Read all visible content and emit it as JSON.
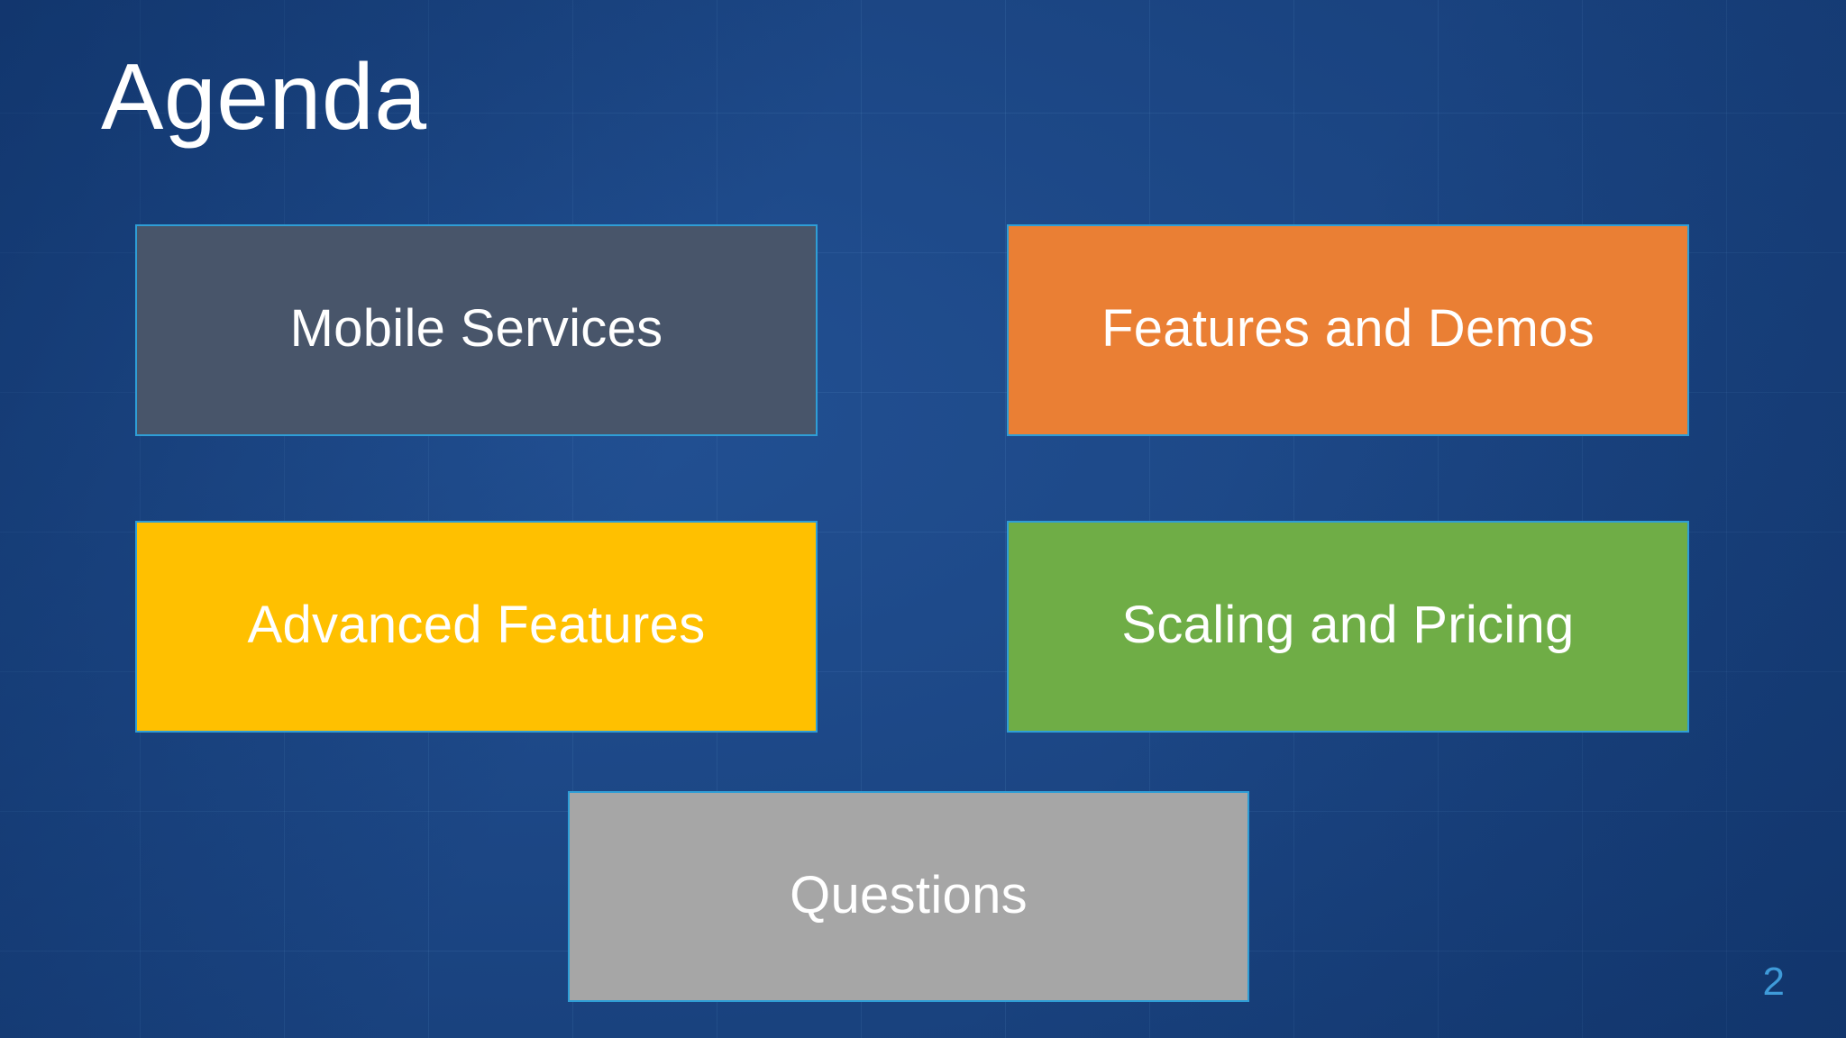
{
  "slide": {
    "title": "Agenda",
    "number": "2",
    "background_color": "#1b4584",
    "grid_line_color": "#78b4e6",
    "border_color": "#2f9ed6",
    "title_color": "#ffffff",
    "number_color": "#3f9bd9"
  },
  "agenda_items": [
    {
      "id": "mobile-services",
      "label": "Mobile Services",
      "fill_color": "#48556a",
      "text_color": "#ffffff"
    },
    {
      "id": "features-demos",
      "label": "Features and Demos",
      "fill_color": "#ea7f34",
      "text_color": "#ffffff"
    },
    {
      "id": "advanced-features",
      "label": "Advanced Features",
      "fill_color": "#ffc000",
      "text_color": "#ffffff"
    },
    {
      "id": "scaling-pricing",
      "label": "Scaling and Pricing",
      "fill_color": "#6fad46",
      "text_color": "#ffffff"
    },
    {
      "id": "questions",
      "label": "Questions",
      "fill_color": "#a6a6a6",
      "text_color": "#ffffff"
    }
  ]
}
